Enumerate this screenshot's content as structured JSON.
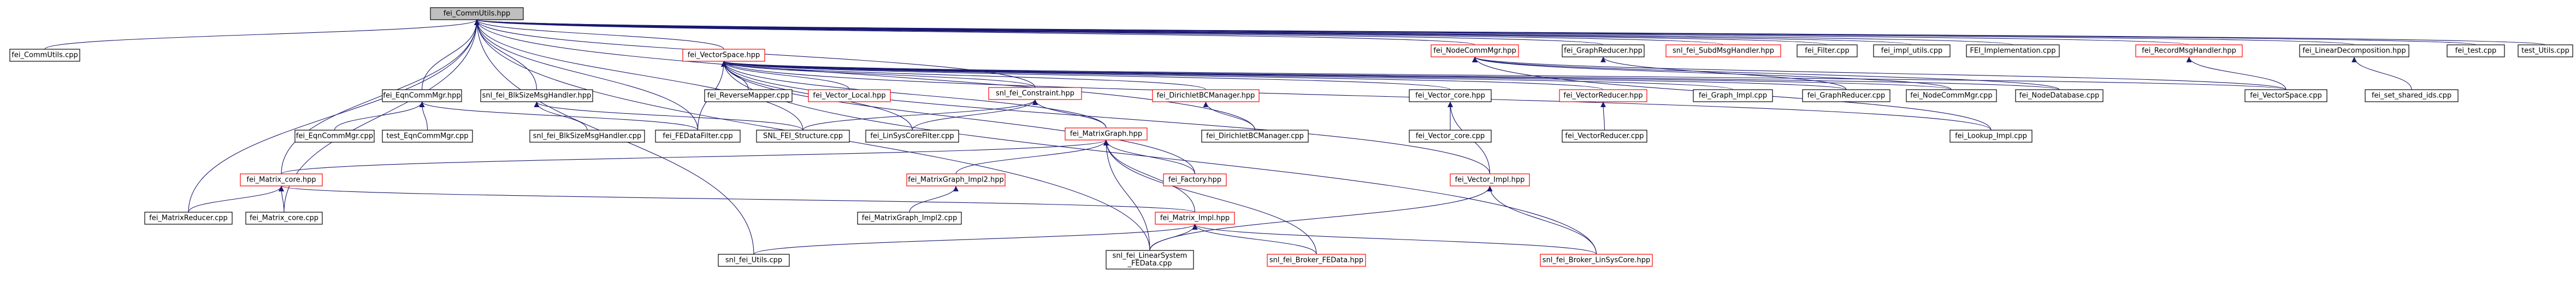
{
  "colors": {
    "box_border": "#000000",
    "box_border_red": "#ff0000",
    "root_fill": "#bfbfbf",
    "edge": "#191970",
    "text": "#000000"
  },
  "graph": {
    "root": "fei_CommUtils.hpp",
    "nodes": [
      {
        "id": "root",
        "label": "fei_CommUtils.hpp",
        "style": "root"
      },
      {
        "id": "commutils_cpp",
        "label": "fei_CommUtils.cpp",
        "style": "black"
      },
      {
        "id": "vectorspace_hpp",
        "label": "fei_VectorSpace.hpp",
        "style": "red"
      },
      {
        "id": "nodecommmgr_hpp",
        "label": "fei_NodeCommMgr.hpp",
        "style": "red"
      },
      {
        "id": "graphreducer_hpp",
        "label": "fei_GraphReducer.hpp",
        "style": "black"
      },
      {
        "id": "snl_submsghandler",
        "label": "snl_fei_SubdMsgHandler.hpp",
        "style": "red"
      },
      {
        "id": "filter_cpp",
        "label": "fei_Filter.cpp",
        "style": "black"
      },
      {
        "id": "impl_utils",
        "label": "fei_impl_utils.cpp",
        "style": "black"
      },
      {
        "id": "fei_impl",
        "label": "FEI_Implementation.cpp",
        "style": "black"
      },
      {
        "id": "recordmsg",
        "label": "fei_RecordMsgHandler.hpp",
        "style": "red"
      },
      {
        "id": "lineardecomp",
        "label": "fei_LinearDecomposition.hpp",
        "style": "black"
      },
      {
        "id": "test_cpp",
        "label": "fei_test.cpp",
        "style": "black"
      },
      {
        "id": "test_utils",
        "label": "test_Utils.cpp",
        "style": "black"
      },
      {
        "id": "eqncommmgr_hpp",
        "label": "fei_EqnCommMgr.hpp",
        "style": "black"
      },
      {
        "id": "blkscatter_hpp",
        "label": "snl_fei_BlkSizeMsgHandler.hpp",
        "style": "black"
      },
      {
        "id": "reversemapper",
        "label": "fei_ReverseMapper.cpp",
        "style": "black"
      },
      {
        "id": "vector_local",
        "label": "fei_Vector_Local.hpp",
        "style": "red"
      },
      {
        "id": "constraint_hpp",
        "label": "snl_fei_Constraint.hpp",
        "style": "red"
      },
      {
        "id": "dirichletbc_hpp",
        "label": "fei_DirichletBCManager.hpp",
        "style": "red"
      },
      {
        "id": "vector_core_hpp",
        "label": "fei_Vector_core.hpp",
        "style": "black"
      },
      {
        "id": "vectorreducer_hpp",
        "label": "fei_VectorReducer.hpp",
        "style": "red"
      },
      {
        "id": "graph_impl",
        "label": "fei_Graph_Impl.cpp",
        "style": "black"
      },
      {
        "id": "graphreducer_cpp",
        "label": "fei_GraphReducer.cpp",
        "style": "black"
      },
      {
        "id": "nodecommmgr_cpp",
        "label": "fei_NodeCommMgr.cpp",
        "style": "black"
      },
      {
        "id": "nodedatabase",
        "label": "fei_NodeDatabase.cpp",
        "style": "black"
      },
      {
        "id": "vectorspace_cpp",
        "label": "fei_VectorSpace.cpp",
        "style": "black"
      },
      {
        "id": "set_shared_ids",
        "label": "fei_set_shared_ids.cpp",
        "style": "black"
      },
      {
        "id": "eqncommmgr_cpp",
        "label": "fei_EqnCommMgr.cpp",
        "style": "black"
      },
      {
        "id": "test_eqncommmgr",
        "label": "test_EqnCommMgr.cpp",
        "style": "black"
      },
      {
        "id": "blkscatter_cpp",
        "label": "snl_fei_BlkSizeMsgHandler.cpp",
        "style": "black"
      },
      {
        "id": "fedatafilter",
        "label": "fei_FEDataFilter.cpp",
        "style": "black"
      },
      {
        "id": "snl_fei_structure",
        "label": "SNL_FEI_Structure.cpp",
        "style": "black"
      },
      {
        "id": "linsyscorefilter",
        "label": "fei_LinSysCoreFilter.cpp",
        "style": "black"
      },
      {
        "id": "matrixgraph_hpp",
        "label": "fei_MatrixGraph.hpp",
        "style": "red"
      },
      {
        "id": "dirichletbc_cpp",
        "label": "fei_DirichletBCManager.cpp",
        "style": "black"
      },
      {
        "id": "vector_core_cpp",
        "label": "fei_Vector_core.cpp",
        "style": "black"
      },
      {
        "id": "vectorreducer_cpp",
        "label": "fei_VectorReducer.cpp",
        "style": "black"
      },
      {
        "id": "lookup_impl",
        "label": "fei_Lookup_Impl.cpp",
        "style": "black"
      },
      {
        "id": "matrix_core_hpp",
        "label": "fei_Matrix_core.hpp",
        "style": "red"
      },
      {
        "id": "matrixgraph_impl2_hpp",
        "label": "fei_MatrixGraph_Impl2.hpp",
        "style": "red"
      },
      {
        "id": "factory_hpp",
        "label": "fei_Factory.hpp",
        "style": "red"
      },
      {
        "id": "vector_impl_hpp",
        "label": "fei_Vector_Impl.hpp",
        "style": "red"
      },
      {
        "id": "matrixreducer",
        "label": "fei_MatrixReducer.cpp",
        "style": "black"
      },
      {
        "id": "matrix_core_cpp",
        "label": "fei_Matrix_core.cpp",
        "style": "black"
      },
      {
        "id": "matrixgraph_impl2_cpp",
        "label": "fei_MatrixGraph_Impl2.cpp",
        "style": "black"
      },
      {
        "id": "matrix_impl_hpp",
        "label": "fei_Matrix_Impl.hpp",
        "style": "red"
      },
      {
        "id": "snl_utils",
        "label": "snl_fei_Utils.cpp",
        "style": "black"
      },
      {
        "id": "linearsystem",
        "label": "snl_fei_LinearSystem\n_FEData.cpp",
        "style": "black"
      },
      {
        "id": "broker_fedata",
        "label": "snl_fei_Broker_FEData.hpp",
        "style": "red"
      },
      {
        "id": "broker_linsyscore",
        "label": "snl_fei_Broker_LinSysCore.hpp",
        "style": "red"
      }
    ]
  }
}
